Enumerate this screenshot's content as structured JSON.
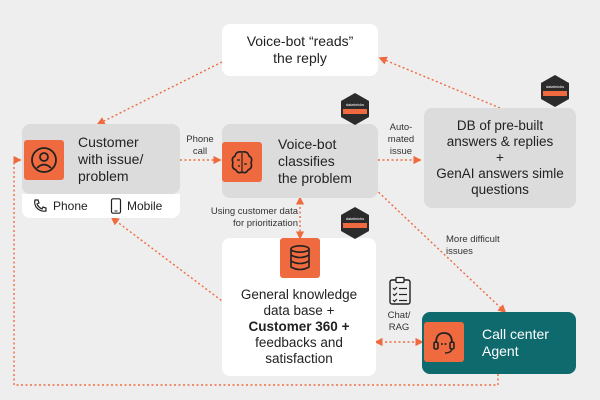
{
  "nodes": {
    "reads": {
      "line1": "Voice-bot “reads”",
      "line2": "the reply"
    },
    "customer": {
      "line1": "Customer",
      "line2": "with issue/",
      "line3": "problem"
    },
    "devices": {
      "phone": "Phone",
      "mobile": "Mobile"
    },
    "classifier": {
      "line1": "Voice-bot",
      "line2": "classifies",
      "line3": "the problem"
    },
    "db": {
      "line1": "DB of pre-built",
      "line2": "answers & replies",
      "line3": "+",
      "line4": "GenAI answers simle",
      "line5": "questions"
    },
    "knowledge": {
      "line1": "General knowledge",
      "line2": "data base +",
      "line3": "Customer 360 +",
      "line4": "feedbacks and",
      "line5": "satisfaction"
    },
    "agent": {
      "line1": "Call center",
      "line2": "Agent"
    }
  },
  "edge_labels": {
    "phone_call": {
      "line1": "Phone",
      "line2": "call"
    },
    "automated": {
      "line1": "Auto-",
      "line2": "mated",
      "line3": "issue"
    },
    "customer_data": {
      "line1": "Using customer data",
      "line2": "for prioritization"
    },
    "difficult": {
      "line1": "More difficult",
      "line2": "issues"
    },
    "chat": {
      "line1": "Chat/",
      "line2": "RAG"
    }
  },
  "badge_text": "databricks",
  "colors": {
    "accent": "#ef6b3f",
    "teal": "#0f6a6e",
    "node_gray": "#dcdcdc",
    "background": "#eeeeee"
  }
}
